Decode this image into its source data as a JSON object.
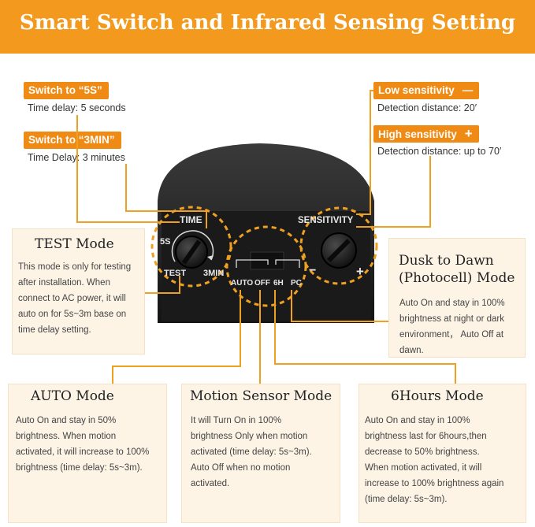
{
  "header": {
    "title": "Smart Switch and Infrared Sensing Setting"
  },
  "tags": {
    "switch_5s": "Switch to “5S”",
    "switch_3min": "Switch to “3MIN”",
    "low_sens": "Low sensitivity",
    "low_sens_symbol": "—",
    "high_sens": "High sensitivity",
    "high_sens_symbol": "+"
  },
  "descs": {
    "switch_5s": "Time delay:  5 seconds",
    "switch_3min": "Time Delay:  3 minutes",
    "low_sens": "Detection distance: 20′",
    "high_sens": "Detection distance: up to 70′"
  },
  "device": {
    "time_label": "TIME",
    "sensitivity_label": "SENSITIVITY",
    "knob_5s": "5S",
    "knob_test": "TEST",
    "knob_3min": "3MIN",
    "modes": [
      "AUTO",
      "OFF",
      "6H",
      "PC"
    ],
    "minus": "−",
    "plus": "+"
  },
  "cards": {
    "test": {
      "title": "TEST Mode",
      "lines": [
        "This mode is only for testing",
        "after installation. When",
        "connect to AC power, it will",
        "auto on for 5s~3m base on",
        "time delay setting."
      ]
    },
    "dusk": {
      "title1": "Dusk to Dawn",
      "title2": "(Photocell) Mode",
      "lines": [
        "Auto On and stay in 100%",
        "brightness at night or dark",
        "environment，  Auto Off at",
        "dawn."
      ]
    },
    "auto": {
      "title": "AUTO Mode",
      "lines": [
        "Auto On and stay in 50%",
        "brightness. When motion",
        "activated, it will increase to 100%",
        "brightness (time delay: 5s~3m)."
      ]
    },
    "motion": {
      "title": "Motion Sensor Mode",
      "lines": [
        "It will Turn On in 100%",
        "brightness Only when motion",
        "activated (time delay: 5s~3m).",
        "Auto Off when no motion",
        "activated."
      ]
    },
    "sixh": {
      "title": "6Hours Mode",
      "lines": [
        "Auto On and stay in 100%",
        "brightness last for 6hours,then",
        "decrease to 50% brightness.",
        "When motion activated, it will",
        "increase to 100% brightness again",
        "(time delay: 5s~3m)."
      ]
    }
  }
}
